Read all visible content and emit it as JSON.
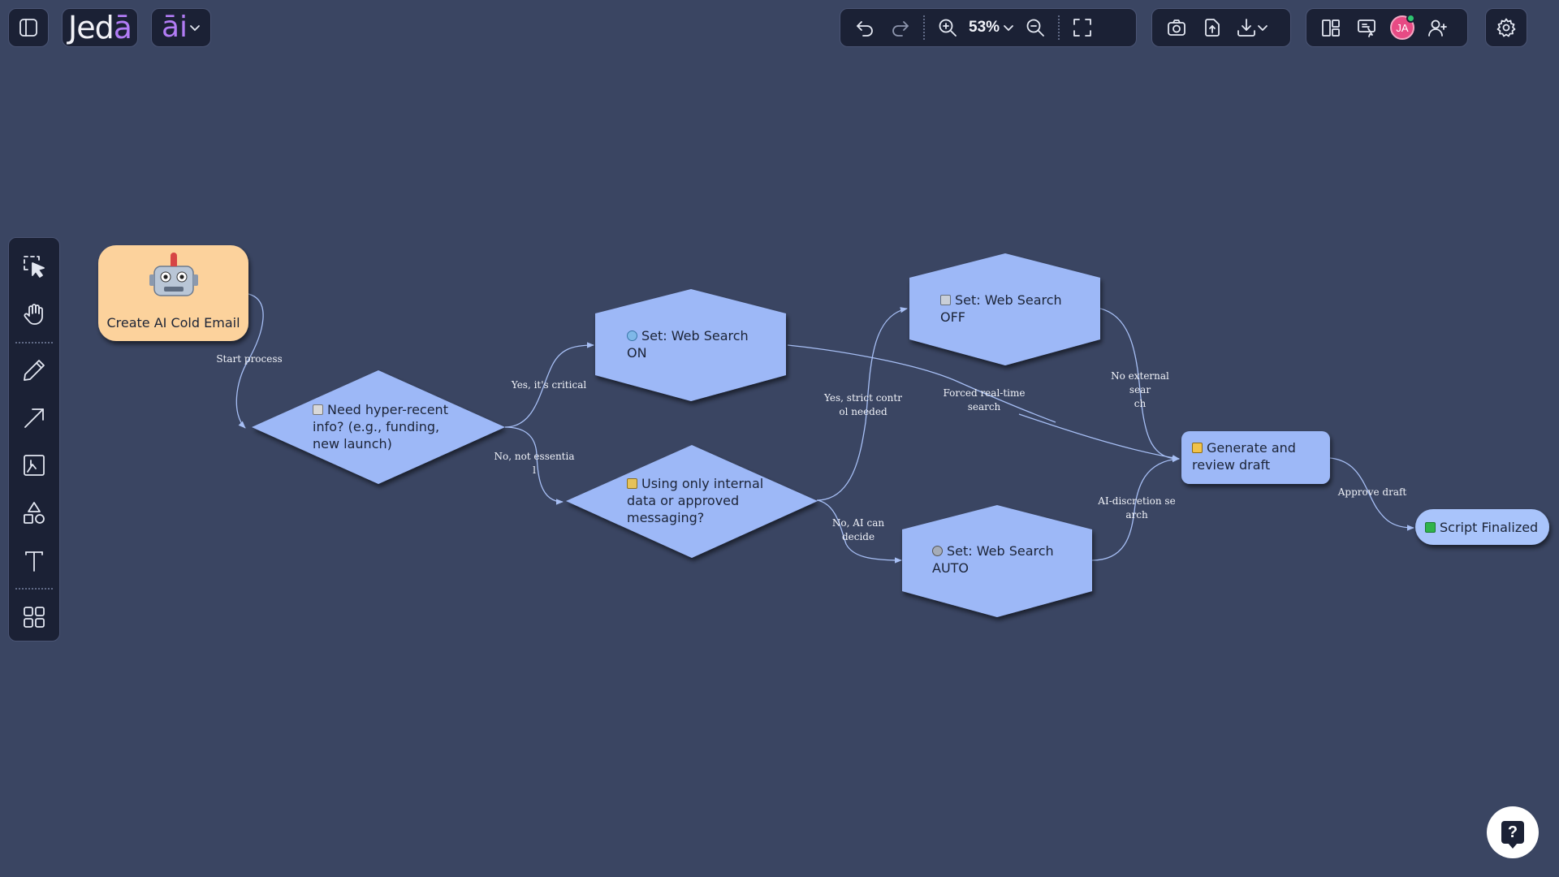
{
  "app": {
    "logo_main": "Jed",
    "logo_accent": "ā",
    "ai_logo": "āi"
  },
  "toolbar": {
    "zoom": "53%"
  },
  "user": {
    "initials": "JA"
  },
  "help": {
    "label": "?"
  },
  "diagram": {
    "nodes": {
      "start": {
        "label": "Create AI Cold Email",
        "emoji": "🤖"
      },
      "decision1": {
        "emoji": "📰",
        "lines": [
          "Need hyper-recent",
          "info? (e.g., funding,",
          "new launch)"
        ]
      },
      "decision2": {
        "emoji": "🔒",
        "lines": [
          "Using only internal",
          "data or approved",
          "messaging?"
        ]
      },
      "web_on": {
        "emoji": "🌐",
        "lines": [
          "Set: Web Search",
          "ON"
        ]
      },
      "web_off": {
        "emoji": "📁",
        "lines": [
          "Set: Web Search",
          "OFF"
        ]
      },
      "web_auto": {
        "emoji": "⚙️",
        "lines": [
          "Set: Web Search",
          "AUTO"
        ]
      },
      "generate": {
        "emoji": "✍️",
        "lines": [
          "Generate and",
          "review draft"
        ]
      },
      "final": {
        "emoji": "✅",
        "label": "Script Finalized"
      }
    },
    "edges": {
      "start_process": [
        "Start process"
      ],
      "yes_critical": [
        "Yes, it's critical"
      ],
      "no_essential": [
        "No, not essentia",
        "l"
      ],
      "yes_strict": [
        "Yes, strict contr",
        "ol needed"
      ],
      "no_ai_decide": [
        "No, AI can",
        "decide"
      ],
      "forced": [
        "Forced real-time",
        "search"
      ],
      "no_external": [
        "No external sear",
        "ch"
      ],
      "ai_discretion": [
        "AI-discretion se",
        "arch"
      ],
      "approve": [
        "Approve draft"
      ]
    }
  },
  "colors": {
    "background": "#3a4562",
    "node_blue": "#9db8f7",
    "start_fill": "#fcd29c",
    "final_fill": "#a9c4fb",
    "edge": "#a7bff5",
    "avatar": "#e74a84",
    "accent": "#b27cf5"
  }
}
